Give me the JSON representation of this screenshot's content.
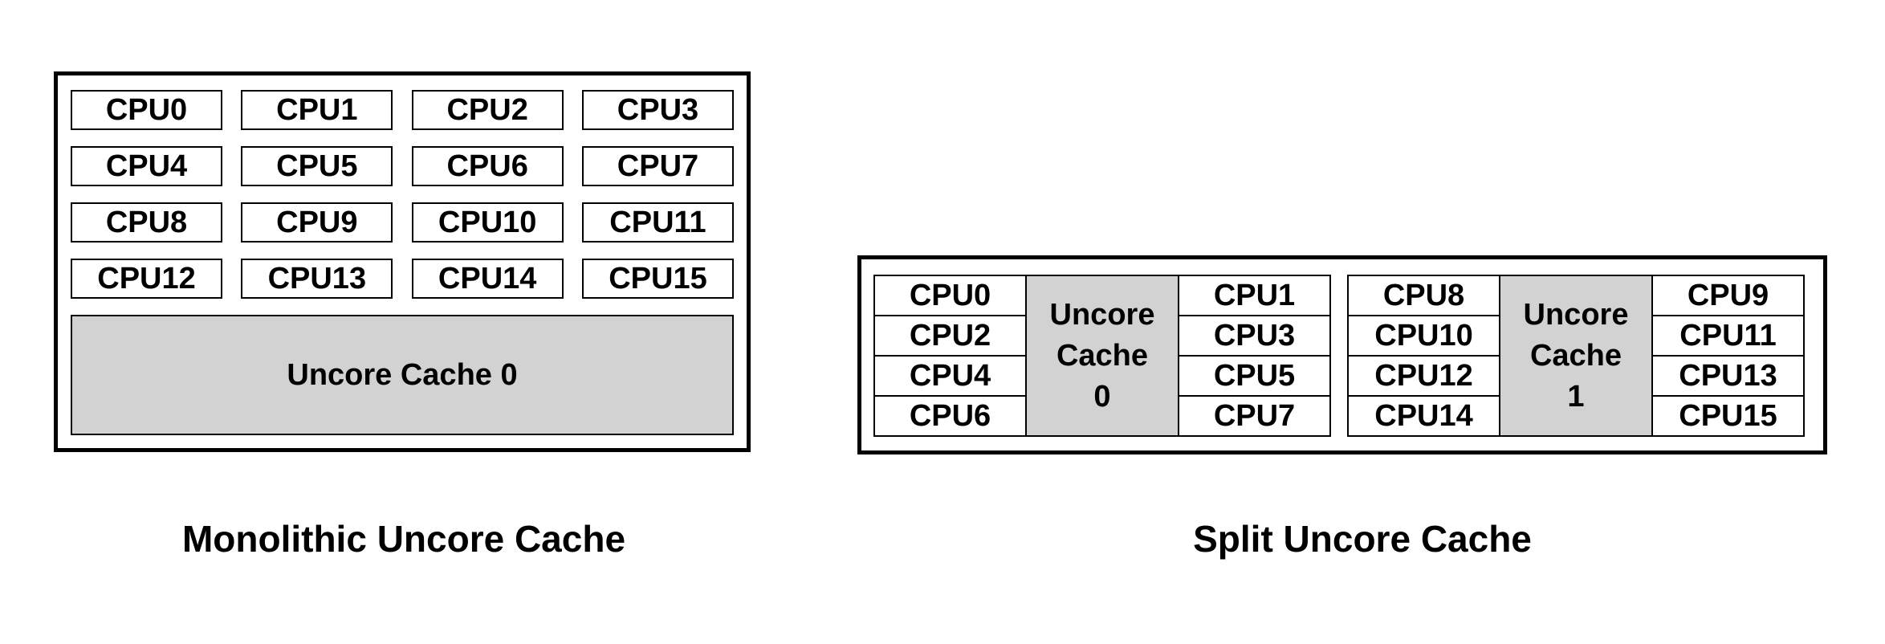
{
  "monolithic": {
    "caption": "Monolithic Uncore Cache",
    "cpus": [
      "CPU0",
      "CPU1",
      "CPU2",
      "CPU3",
      "CPU4",
      "CPU5",
      "CPU6",
      "CPU7",
      "CPU8",
      "CPU9",
      "CPU10",
      "CPU11",
      "CPU12",
      "CPU13",
      "CPU14",
      "CPU15"
    ],
    "cache_label": "Uncore Cache 0"
  },
  "split": {
    "caption": "Split Uncore Cache",
    "clusters": [
      {
        "left_cpus": [
          "CPU0",
          "CPU2",
          "CPU4",
          "CPU6"
        ],
        "cache_lines": [
          "Uncore",
          "Cache",
          "0"
        ],
        "right_cpus": [
          "CPU1",
          "CPU3",
          "CPU5",
          "CPU7"
        ]
      },
      {
        "left_cpus": [
          "CPU8",
          "CPU10",
          "CPU12",
          "CPU14"
        ],
        "cache_lines": [
          "Uncore",
          "Cache",
          "1"
        ],
        "right_cpus": [
          "CPU9",
          "CPU11",
          "CPU13",
          "CPU15"
        ]
      }
    ]
  },
  "colors": {
    "cache_fill": "#d2d2d2",
    "border": "#000000",
    "background": "#ffffff",
    "text": "#000000"
  }
}
